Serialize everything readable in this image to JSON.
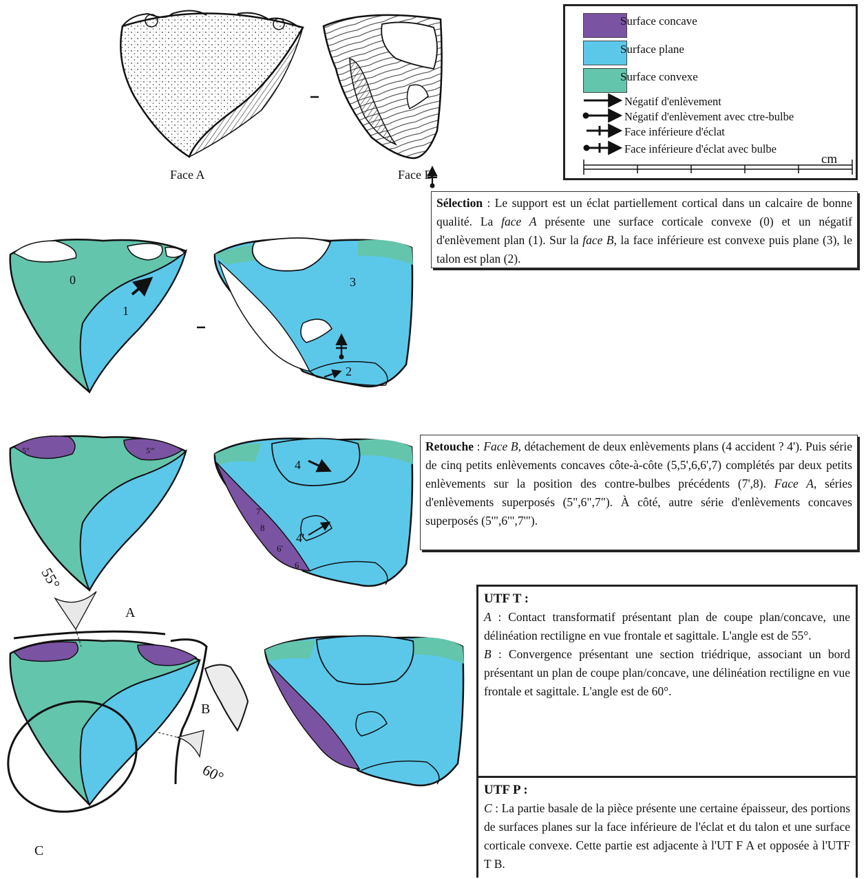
{
  "colors": {
    "concave": "#7b53a3",
    "plane": "#5bc8ea",
    "convex": "#64c5ad"
  },
  "top_row": {
    "face_a_label": "Face A",
    "face_b_label": "Face B",
    "separator": "-"
  },
  "legend": {
    "concave": "Surface concave",
    "plane": "Surface plane",
    "convex": "Surface convexe",
    "arrow_negatif": "Négatif d'enlèvement",
    "arrow_negatif_bulbe": "Négatif d'enlèvement avec ctre-bulbe",
    "arrow_face_inf": "Face inférieure d'éclat",
    "arrow_face_inf_bulbe": "Face inférieure d'éclat avec bulbe",
    "scale_unit": "cm"
  },
  "selection": {
    "numbers": {
      "n0": "0",
      "n1": "1",
      "n2": "2",
      "n3": "3"
    },
    "separator": "-",
    "title": "Sélection",
    "text_a": " : Le support est un éclat partiellement cortical dans un calcaire de bonne qualité. La ",
    "face_a": "face A",
    "text_b": " présente une surface corticale convexe (0) et un négatif d'enlèvement plan (1). Sur la ",
    "face_b": "face B",
    "text_c": ", la face inférieure est convexe puis plane (3), le talon est plan (2)."
  },
  "retouche": {
    "numbers": {
      "n4": "4",
      "n4p": "4'",
      "n5pp": "5\"",
      "n5ppp": "5'\"",
      "n7": "7",
      "n8": "8",
      "n6p": "6'",
      "n6": "6"
    },
    "title": "Retouche",
    "sep": " : ",
    "face_b": "Face B",
    "text_a": ", détachement de deux enlèvements plans (4 accident ? 4'). Puis série de cinq petits enlèvements concaves côte-à-côte (5,5',6,6',7) complétés par deux petits enlèvements sur la position des contre-bulbes précédents (7',8). ",
    "face_a": "Face A",
    "text_b": ", séries d'enlèvements superposés (5\",6\",7\"). À côté, autre série d'enlèvements concaves superposés (5'\",6'\",7'\")."
  },
  "utf": {
    "labels": {
      "a": "A",
      "b": "B",
      "c": "C"
    },
    "angle_a": "55°",
    "angle_b": "60°",
    "t_title": "UTF T :",
    "t_a_key": "A",
    "t_a_text": " : Contact transformatif présentant plan de coupe plan/concave, une délinéation rectiligne en vue frontale et sagittale. L'angle est de 55°.",
    "t_b_key": "B",
    "t_b_text": " : Convergence présentant une section triédrique, associant un bord présentant un plan de coupe plan/concave, une délinéation rectiligne en vue frontale et sagittale. L'angle est de 60°.",
    "p_title": "UTF P :",
    "p_c_key": "C",
    "p_c_text": " : La partie basale de la pièce présente une certaine épaisseur, des portions de surfaces planes sur la face inférieure de l'éclat et du talon et une surface corticale convexe. Cette partie est adjacente à l'UT F A et opposée à  l'UTF T B."
  }
}
